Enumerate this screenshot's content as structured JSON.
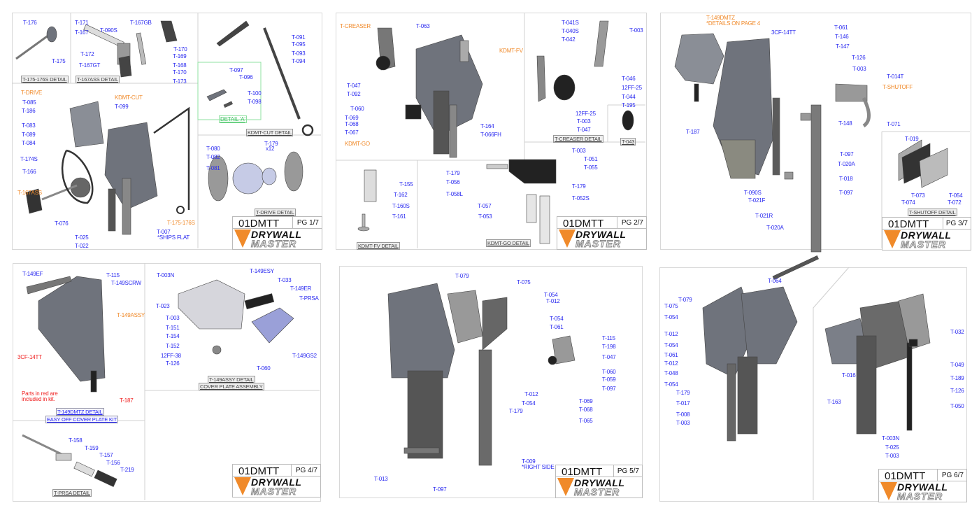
{
  "brand": {
    "line1": "DRYWALL",
    "line2": "MASTER"
  },
  "colors": {
    "part_label": "#2a2af0",
    "assembly_label": "#f08a2a",
    "kit_part_label": "#f02020",
    "detail_a": "#3cc060"
  },
  "pages": [
    {
      "code": "01DMTT",
      "page": "PG 1/7",
      "labels": [
        "T-176",
        "T-175",
        "T-175-176S DETAIL",
        "T-171",
        "T-167GB",
        "T-167",
        "T-090S",
        "T-170",
        "T-169",
        "T-172",
        "T-168",
        "T-167GT",
        "T-170",
        "T-173",
        "T-167ASS DETAIL",
        "T-091",
        "T-095",
        "T-093",
        "T-094",
        "T-097",
        "T-096",
        "T-100",
        "T-098",
        "DETAIL 'A'",
        "KDMT-CUT DETAIL",
        "T-DRIVE",
        "KDMT-CUT",
        "T-085",
        "T-099",
        "T-186",
        "T-083",
        "T-089",
        "T-084",
        "T-174S",
        "T-166",
        "T-167ASS",
        "T-076",
        "T-025",
        "T-022",
        "T-175-176S",
        "T-007",
        "*SHIPS FLAT",
        "T-179",
        "x12",
        "T-080",
        "T-082",
        "T-081",
        "T-DRIVE DETAIL"
      ]
    },
    {
      "code": "01DMTT",
      "page": "PG 2/7",
      "labels": [
        "T-CREASER",
        "T-063",
        "KDMT-FV",
        "T-047",
        "T-092",
        "T-060",
        "T-069",
        "T-068",
        "T-067",
        "KDMT-GO",
        "T-164",
        "T-066FH",
        "T-041S",
        "T-040S",
        "T-042",
        "T-003",
        "T-046",
        "12FF-25",
        "T-044",
        "T-195",
        "12FF-25",
        "T-003",
        "T-047",
        "T-CREASER DETAIL",
        "T-043",
        "T-155",
        "T-162",
        "T-160S",
        "T-161",
        "KDMT-FV DETAIL",
        "T-179",
        "T-056",
        "T-058L",
        "T-057",
        "T-053",
        "T-003",
        "T-051",
        "T-055",
        "T-179",
        "T-052S",
        "KDMT-GO DETAIL"
      ]
    },
    {
      "code": "01DMTT",
      "page": "PG 3/7",
      "labels": [
        "T-149DMTZ",
        "*DETAILS ON PAGE 4",
        "3CF-14TT",
        "T-061",
        "T-146",
        "T-147",
        "T-126",
        "T-003",
        "T-014T",
        "T-SHUTOFF",
        "T-148",
        "T-071",
        "T-187",
        "T-097",
        "T-020A",
        "T-018",
        "T-097",
        "T-090S",
        "T-021F",
        "T-021R",
        "T-020A",
        "T-019",
        "T-073",
        "T-074",
        "T-054",
        "T-072",
        "T-SHUTOFF DETAIL"
      ]
    },
    {
      "code": "01DMTT",
      "page": "PG 4/7",
      "labels": [
        "T-149EF",
        "T-115",
        "T-149SCRW",
        "T-149ASSY",
        "3CF-14TT",
        "Parts in red are",
        "included in kit.",
        "T-187",
        "T-149DMTZ DETAIL",
        "EASY OFF COVER PLATE KIT",
        "T-003N",
        "T-149ESY",
        "T-033",
        "T-149ER",
        "T-PRSA",
        "T-023",
        "T-003",
        "T-151",
        "T-154",
        "T-152",
        "12FF-38",
        "T-126",
        "T-060",
        "T-149GS2",
        "T-149ASSY DETAIL",
        "COVER PLATE ASSEMBLY",
        "T-158",
        "T-159",
        "T-157",
        "T-156",
        "T-219",
        "T-PRSA DETAIL"
      ]
    },
    {
      "code": "01DMTT",
      "page": "PG 5/7",
      "labels": [
        "T-079",
        "T-075",
        "T-054",
        "T-012",
        "T-054",
        "T-061",
        "T-115",
        "T-198",
        "T-047",
        "T-060",
        "T-059",
        "T-097",
        "T-069",
        "T-068",
        "T-065",
        "T-012",
        "T-054",
        "T-179",
        "T-009",
        "*RIGHT SIDE",
        "T-013",
        "T-097"
      ]
    },
    {
      "code": "01DMTT",
      "page": "PG 6/7",
      "labels": [
        "T-064",
        "T-079",
        "T-075",
        "T-054",
        "T-012",
        "T-054",
        "T-061",
        "T-012",
        "T-048",
        "T-054",
        "T-179",
        "T-017",
        "T-008",
        "T-003",
        "T-032",
        "T-049",
        "T-189",
        "T-126",
        "T-050",
        "T-016",
        "T-163",
        "T-003N",
        "T-025",
        "T-003"
      ]
    }
  ]
}
